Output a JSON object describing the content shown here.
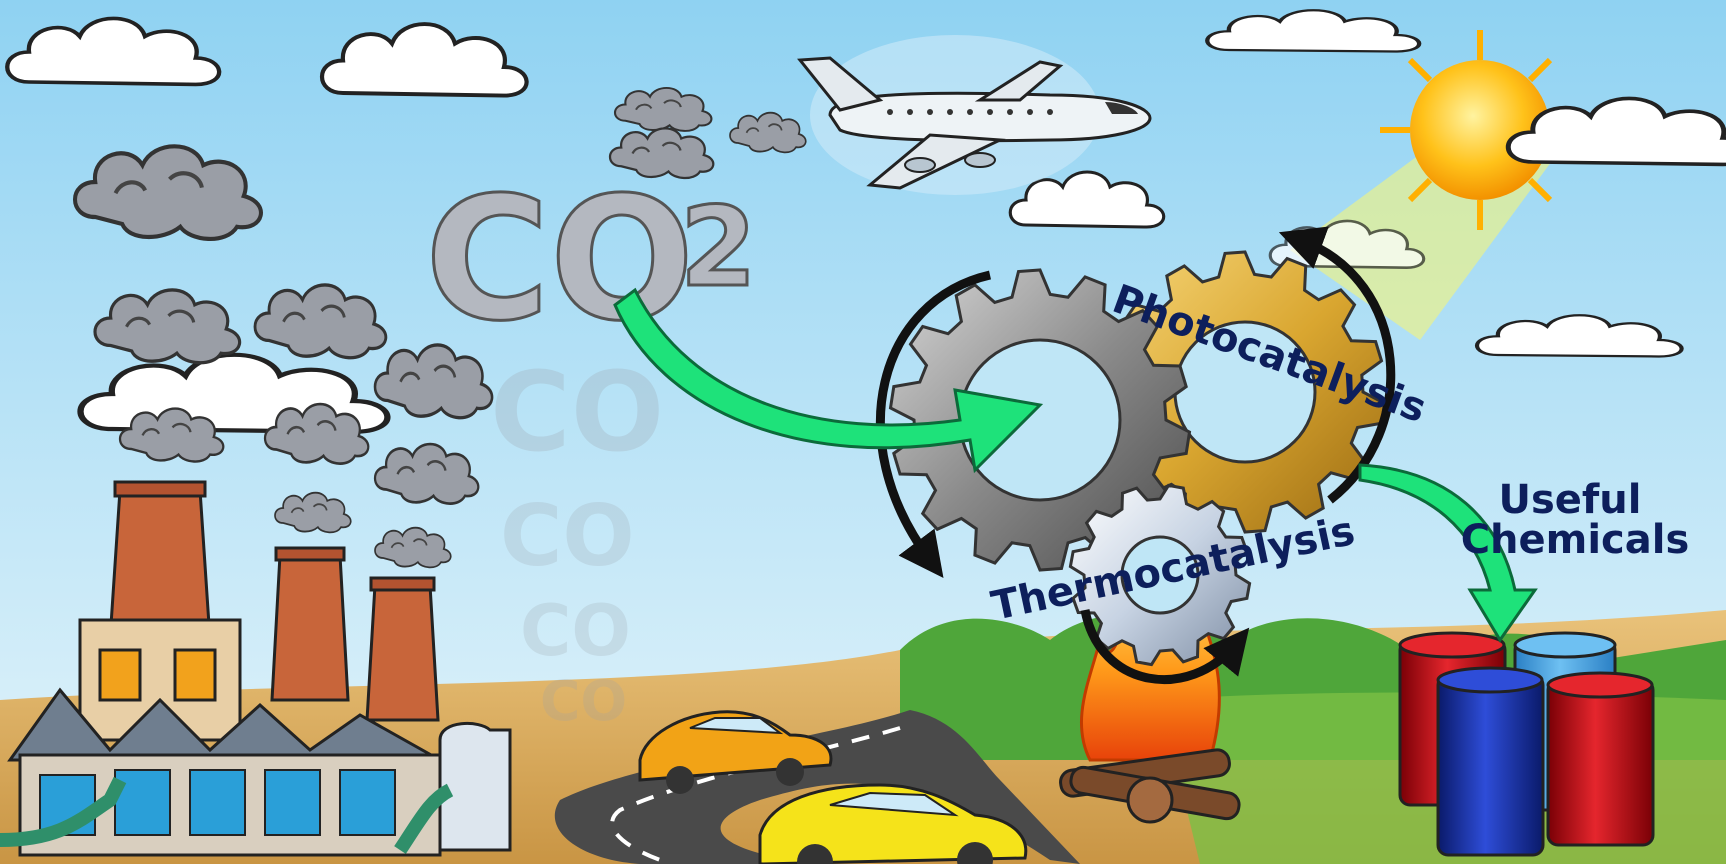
{
  "labels": {
    "co2_main": "CO",
    "co2_sub": "2",
    "photocatalysis": "Photocatalysis",
    "thermocatalysis": "Thermocatalysis",
    "useful_line1": "Useful",
    "useful_line2": "Chemicals"
  },
  "colors": {
    "label_text": "#0d1f5c",
    "arrow_green": "#1ee27a",
    "sky_top": "#8fd2f2",
    "sky_bottom": "#e6f5fb",
    "gear_gray": "#8a8a8a",
    "gear_gold": "#d9a630",
    "gear_silver": "#c7d3e3",
    "barrel_red": "#c8141a",
    "barrel_blue": "#1530a6"
  },
  "icons": [
    "factory-icon",
    "airplane-icon",
    "sun-icon",
    "car-icon",
    "fire-icon",
    "gear-icon",
    "barrel-icon",
    "cloud-icon",
    "smoke-icon"
  ]
}
